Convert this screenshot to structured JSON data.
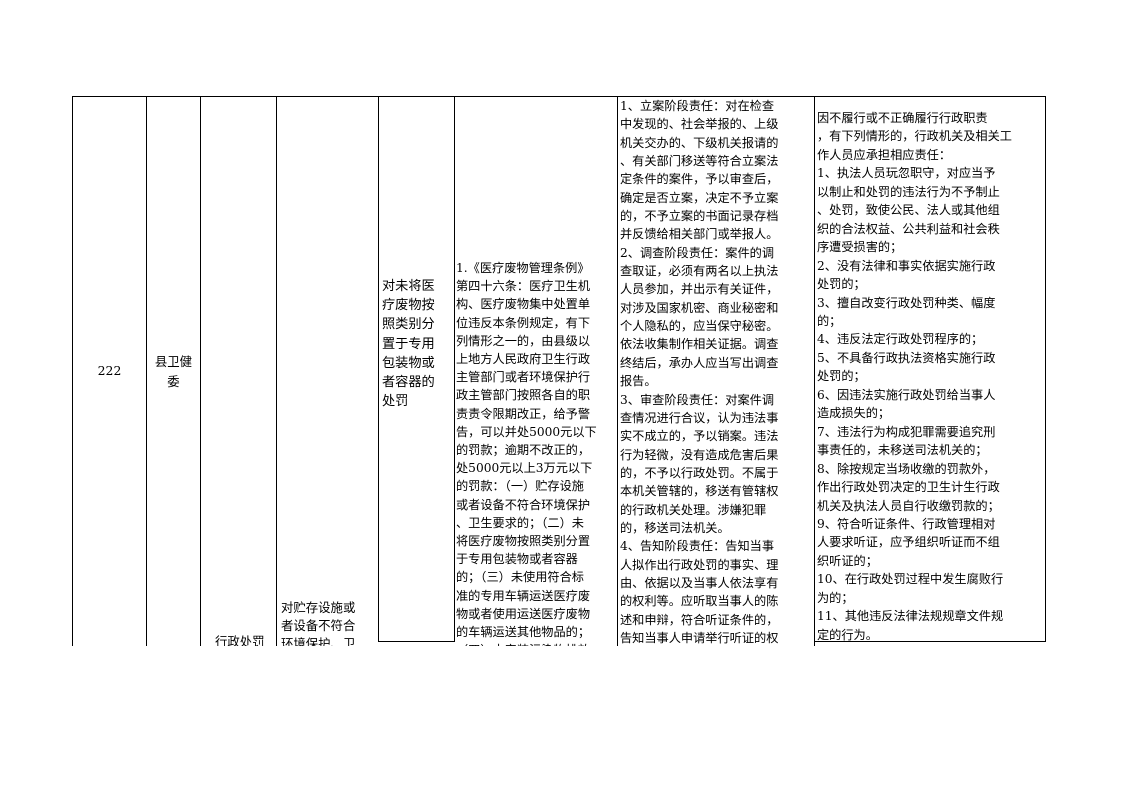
{
  "row": {
    "number": "222",
    "department": "县卫健\n委",
    "category": "行政处罚",
    "item_name": "对贮存设施或\n者设备不符合\n环境保护、卫",
    "sub_item": "对未将医\n疗废物按\n照类别分\n置于专用\n包装物或\n者容器的\n处罚",
    "basis": "1.《医疗废物管理条例》\n第四十六条：医疗卫生机\n构、医疗废物集中处置单\n位违反本条例规定，有下\n列情形之一的，由县级以\n上地方人民政府卫生行政\n主管部门或者环境保护行\n政主管部门按照各自的职\n责责令限期改正，给予警\n告，可以并处5000元以下\n的罚款；逾期不改正的，\n处5000元以上3万元以下\n的罚款：（一）贮存设施\n或者设备不符合环境保护\n、卫生要求的；（二）未\n将医疗废物按照类别分置\n于专用包装物或者容器\n的；（三）未使用符合标\n准的专用车辆运送医疗废\n物或者使用运送医疗废物\n的车辆运送其他物品的；\n（四）未安装污染物排放",
    "responsibility": "1、立案阶段责任：对在检查\n中发现的、社会举报的、上级\n机关交办的、下级机关报请的\n、有关部门移送等符合立案法\n定条件的案件，予以审查后，\n确定是否立案，决定不予立案\n的，不予立案的书面记录存档\n并反馈给相关部门或举报人。\n2、调查阶段责任：案件的调\n查取证，必须有两名以上执法\n人员参加，并出示有关证件，\n对涉及国家机密、商业秘密和\n个人隐私的，应当保守秘密。\n依法收集制作相关证据。调查\n终结后，承办人应当写出调查\n报告。\n3、审查阶段责任：对案件调\n查情况进行合议，认为违法事\n实不成立的，予以销案。违法\n行为轻微，没有造成危害后果\n的，不予以行政处罚。不属于\n本机关管辖的，移送有管辖权\n的行政机关处理。涉嫌犯罪\n的，移送司法机关。\n4、告知阶段责任：告知当事\n人拟作出行政处罚的事实、理\n由、依据以及当事人依法享有\n的权利等。应听取当事人的陈\n述和申辩，符合听证条件的，\n告知当事人申请举行听证的权\n利",
    "accountability": "因不履行或不正确履行行政职责\n，有下列情形的，行政机关及相关工\n作人员应承担相应责任：\n1、执法人员玩忽职守，对应当予\n以制止和处罚的违法行为不予制止\n、处罚，致使公民、法人或其他组\n织的合法权益、公共利益和社会秩\n序遭受损害的；\n2、没有法律和事实依据实施行政\n处罚的；\n3、擅自改变行政处罚种类、幅度\n的；\n4、违反法定行政处罚程序的；\n5、不具备行政执法资格实施行政\n处罚的；\n6、因违法实施行政处罚给当事人\n造成损失的；\n7、违法行为构成犯罪需要追究刑\n事责任的，未移送司法机关的；\n8、除按规定当场收缴的罚款外，\n作出行政处罚决定的卫生计生行政\n机关及执法人员自行收缴罚款的；\n9、符合听证条件、行政管理相对\n人要求听证，应予组织听证而不组\n织听证的；\n10、在行政处罚过程中发生腐败行\n为的；\n11、其他违反法律法规规章文件规\n定的行为。"
  }
}
